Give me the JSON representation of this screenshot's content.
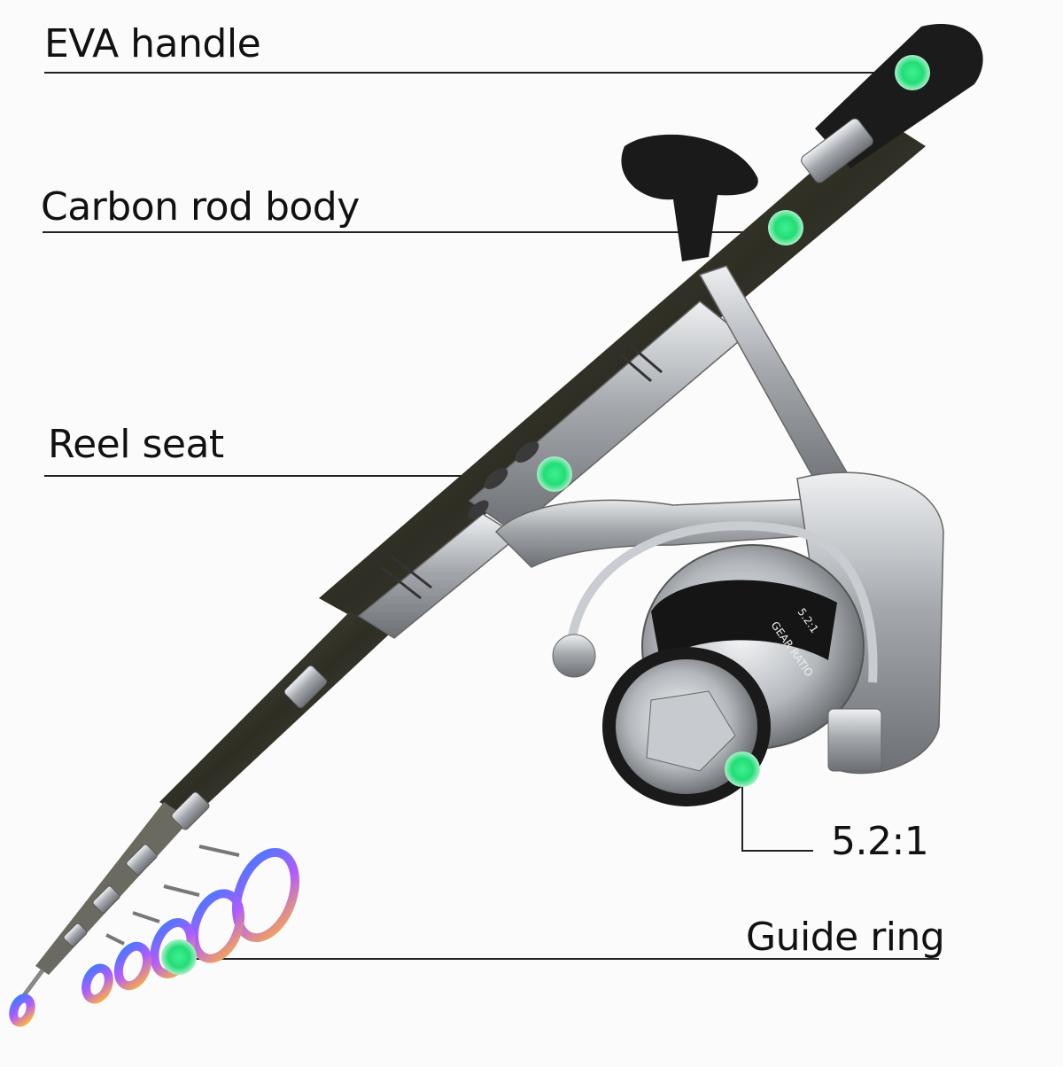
{
  "callouts": {
    "eva_handle": "EVA handle",
    "carbon_rod_body": "Carbon rod body",
    "reel_seat": "Reel seat",
    "gear_ratio": "5.2:1",
    "guide_ring": "Guide ring"
  },
  "reel_markings": {
    "gear_ratio_text": "GEAR RATIO",
    "ratio": "5.2:1"
  },
  "colors": {
    "background": "#fbfbfb",
    "marker": "#22dd77",
    "marker_glow": "#a8f0c8",
    "leader_line": "#222222",
    "handle": "#1b1b1b",
    "carbon": "#4a4a3a",
    "metal": "#b9bcc0"
  }
}
